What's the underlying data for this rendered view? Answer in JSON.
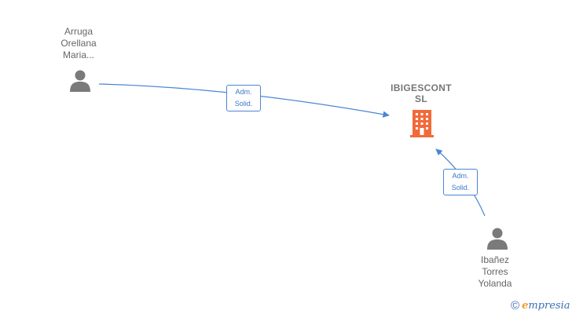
{
  "nodes": {
    "person_1": {
      "name_lines": [
        "Arruga",
        "Orellana",
        "Maria..."
      ]
    },
    "person_2": {
      "name_lines": [
        "Ibañez",
        "Torres",
        "Yolanda"
      ]
    },
    "company": {
      "name_lines": [
        "IBIGESCONT",
        "SL"
      ]
    }
  },
  "edges": [
    {
      "from": "person_1",
      "to": "company",
      "label_lines": [
        "Adm.",
        "Solid."
      ]
    },
    {
      "from": "person_2",
      "to": "company",
      "label_lines": [
        "Adm.",
        "Solid."
      ]
    }
  ],
  "colors": {
    "edge": "#4a86d4",
    "person_icon": "#7a7a7a",
    "company_icon": "#f26a3a"
  },
  "watermark": {
    "symbol": "©",
    "initial": "e",
    "rest": "mpresia"
  }
}
